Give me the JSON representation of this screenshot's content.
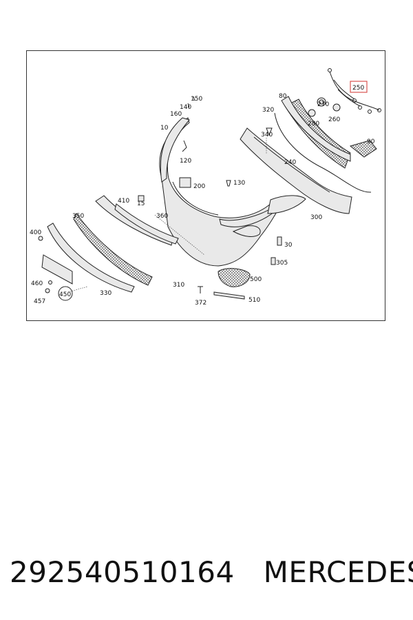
{
  "diagram": {
    "labels": {
      "p10": "10",
      "p15": "15",
      "p30": "30",
      "p80": "80",
      "p90": "90",
      "p120": "120",
      "p130": "130",
      "p140": "140",
      "p150": "150",
      "p160": "160",
      "p200": "200",
      "p240": "240",
      "p250": "250",
      "p260": "260",
      "p270": "270",
      "p280": "280",
      "p300": "300",
      "p305": "305",
      "p310": "310",
      "p320": "320",
      "p330": "330",
      "p340": "340",
      "p350": "350",
      "p360": "360",
      "p372": "372",
      "p400": "400",
      "p410": "410",
      "p450": "450",
      "p457": "457",
      "p460": "460",
      "p500": "500",
      "p510": "510"
    },
    "highlight_color": "#d9534f"
  },
  "footer": {
    "part_number": "292540510164",
    "brand": "MERCEDES"
  }
}
